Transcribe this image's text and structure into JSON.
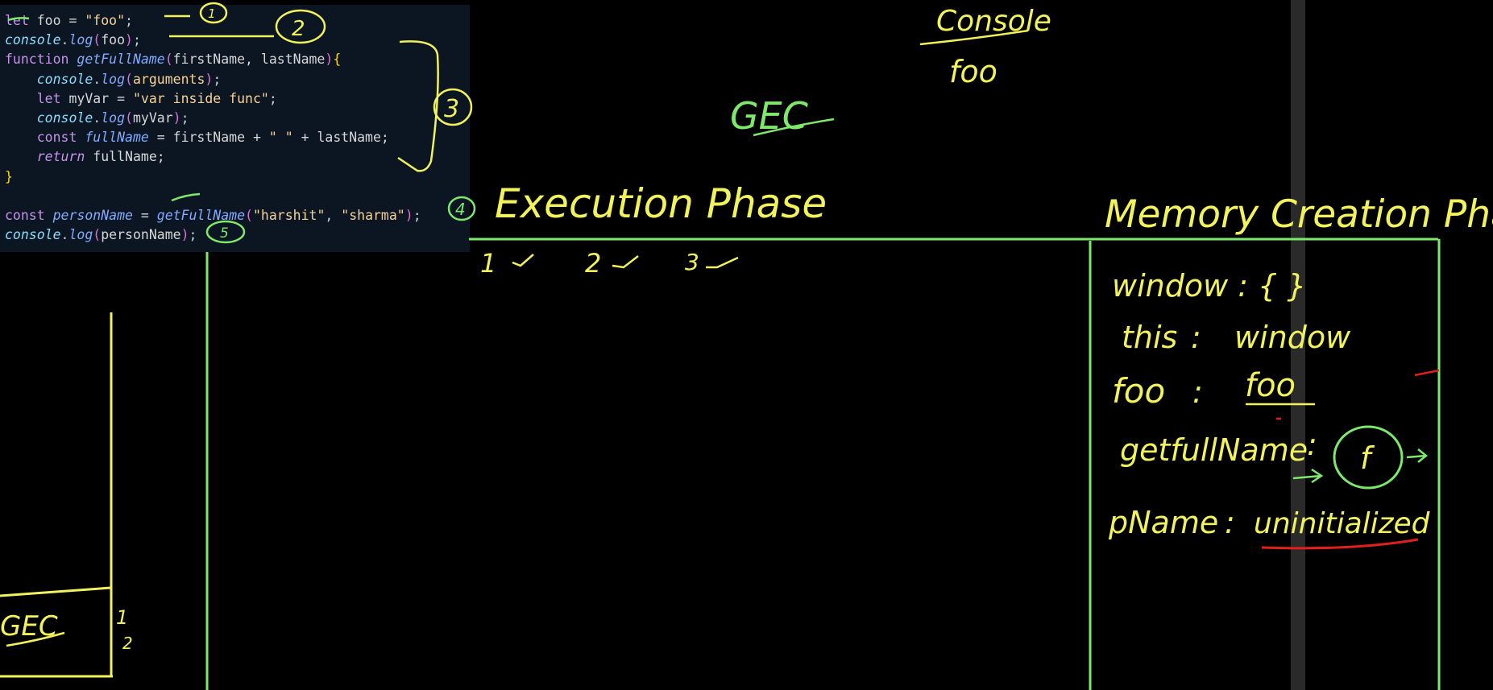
{
  "code": {
    "lines": [
      [
        {
          "t": "let",
          "c": "kw"
        },
        {
          "t": " foo = ",
          "c": "pl"
        },
        {
          "t": "\"foo\"",
          "c": "str"
        },
        {
          "t": ";",
          "c": "punc"
        }
      ],
      [
        {
          "t": "console",
          "c": "obj"
        },
        {
          "t": ".",
          "c": "punc"
        },
        {
          "t": "log",
          "c": "fn"
        },
        {
          "t": "(",
          "c": "paren"
        },
        {
          "t": "foo",
          "c": "var"
        },
        {
          "t": ")",
          "c": "paren"
        },
        {
          "t": ";",
          "c": "punc"
        }
      ],
      [
        {
          "t": "function ",
          "c": "kw"
        },
        {
          "t": "getFullName",
          "c": "fn"
        },
        {
          "t": "(",
          "c": "paren"
        },
        {
          "t": "firstName, lastName",
          "c": "var"
        },
        {
          "t": ")",
          "c": "paren"
        },
        {
          "t": "{",
          "c": "brace"
        }
      ],
      [
        {
          "t": "    console",
          "c": "obj"
        },
        {
          "t": ".",
          "c": "punc"
        },
        {
          "t": "log",
          "c": "fn"
        },
        {
          "t": "(",
          "c": "paren"
        },
        {
          "t": "arguments",
          "c": "str"
        },
        {
          "t": ")",
          "c": "paren"
        },
        {
          "t": ";",
          "c": "punc"
        }
      ],
      [
        {
          "t": "    let ",
          "c": "kw"
        },
        {
          "t": "myVar = ",
          "c": "pl"
        },
        {
          "t": "\"var inside func\"",
          "c": "str"
        },
        {
          "t": ";",
          "c": "punc"
        }
      ],
      [
        {
          "t": "    console",
          "c": "obj"
        },
        {
          "t": ".",
          "c": "punc"
        },
        {
          "t": "log",
          "c": "fn"
        },
        {
          "t": "(",
          "c": "paren"
        },
        {
          "t": "myVar",
          "c": "var"
        },
        {
          "t": ")",
          "c": "paren"
        },
        {
          "t": ";",
          "c": "punc"
        }
      ],
      [
        {
          "t": "    const ",
          "c": "kw"
        },
        {
          "t": "fullName",
          "c": "fn"
        },
        {
          "t": " = firstName + ",
          "c": "pl"
        },
        {
          "t": "\" \"",
          "c": "str"
        },
        {
          "t": " + lastName;",
          "c": "pl"
        }
      ],
      [
        {
          "t": "    return ",
          "c": "ret"
        },
        {
          "t": "fullName;",
          "c": "pl"
        }
      ],
      [
        {
          "t": "}",
          "c": "brace"
        }
      ],
      [],
      [
        {
          "t": "const ",
          "c": "kw"
        },
        {
          "t": "personName",
          "c": "fn"
        },
        {
          "t": " = ",
          "c": "pl"
        },
        {
          "t": "getFullName",
          "c": "fn"
        },
        {
          "t": "(",
          "c": "paren"
        },
        {
          "t": "\"harshit\"",
          "c": "str"
        },
        {
          "t": ", ",
          "c": "punc"
        },
        {
          "t": "\"sharma\"",
          "c": "str"
        },
        {
          "t": ")",
          "c": "paren"
        },
        {
          "t": ";",
          "c": "punc"
        }
      ],
      [
        {
          "t": "console",
          "c": "obj"
        },
        {
          "t": ".",
          "c": "punc"
        },
        {
          "t": "log",
          "c": "fn"
        },
        {
          "t": "(",
          "c": "paren"
        },
        {
          "t": "personName",
          "c": "var"
        },
        {
          "t": ")",
          "c": "paren"
        },
        {
          "t": ";",
          "c": "punc"
        }
      ]
    ]
  },
  "annotations": {
    "markers": [
      "1",
      "2",
      "3",
      "4",
      "5"
    ],
    "console_title": "Console",
    "console_output": "foo",
    "gec_label": "GEC",
    "execution_phase": "Execution Phase",
    "memory_phase": "Memory Creation Phase",
    "exec_steps": [
      "1",
      "2",
      "3"
    ],
    "stack_label": "GEC",
    "stack_numbers": [
      "1",
      "2"
    ],
    "memory": {
      "window": "window : {   }",
      "this_key": "this",
      "this_value": "window",
      "foo_key": "foo",
      "foo_value": "foo",
      "getfullname_key": "getfullName",
      "getfullname_value": "f",
      "pname_key": "pName",
      "pname_value": "uninitialized"
    }
  },
  "colors": {
    "ink_yellow": "#f2f25a",
    "ink_green": "#7ee86b",
    "ink_red": "#e0201a",
    "panel_bg": "#0b1622"
  }
}
